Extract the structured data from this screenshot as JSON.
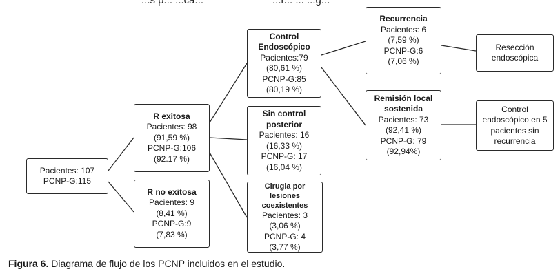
{
  "top_fragment": {
    "left": "...s p...      ...ca...",
    "right": "...r...     ...   ...g..."
  },
  "root": {
    "line1": "Pacientes: 107",
    "line2": "PCNP-G:115"
  },
  "r_exitosa": {
    "title": "R exitosa",
    "lines": [
      "Pacientes: 98",
      "(91,59 %)",
      "PCNP-G:106",
      "(92.17 %)"
    ]
  },
  "r_no_exitosa": {
    "title": "R no exitosa",
    "lines": [
      "Pacientes: 9",
      "(8,41 %)",
      "PCNP-G:9",
      "(7,83 %)"
    ]
  },
  "control_endoscopico": {
    "title_1": "Control",
    "title_2": "Endoscópico",
    "lines": [
      "Pacientes:79",
      "(80,61 %)",
      "PCNP-G:85",
      "(80,19 %)"
    ]
  },
  "sin_control": {
    "title_1": "Sin control",
    "title_2": "posterior",
    "lines": [
      "Pacientes: 16",
      "(16,33 %)",
      "PCNP-G: 17",
      "(16,04 %)"
    ]
  },
  "cirugia": {
    "title_1": "Cirugia por lesiones",
    "title_2": "coexistentes",
    "lines": [
      "Pacientes: 3",
      "(3,06 %)",
      "PCNP-G: 4",
      "(3,77 %)"
    ]
  },
  "recurrencia": {
    "title": "Recurrencia",
    "lines": [
      "Pacientes: 6",
      "(7,59 %)",
      "PCNP-G:6",
      "(7,06 %)"
    ]
  },
  "remision": {
    "title_1": "Remisión local",
    "title_2": "sostenida",
    "lines": [
      "Pacientes: 73",
      "(92,41 %)",
      "PCNP-G: 79",
      "(92,94%)"
    ]
  },
  "reseccion": {
    "line1": "Resección",
    "line2": "endoscópica"
  },
  "control_5": {
    "lines": [
      "Control",
      "endoscópico en 5",
      "pacientes sin",
      "recurrencia"
    ]
  },
  "caption": {
    "label": "Figura 6.",
    "text": " Diagrama de flujo de los PCNP incluidos en el estudio."
  }
}
